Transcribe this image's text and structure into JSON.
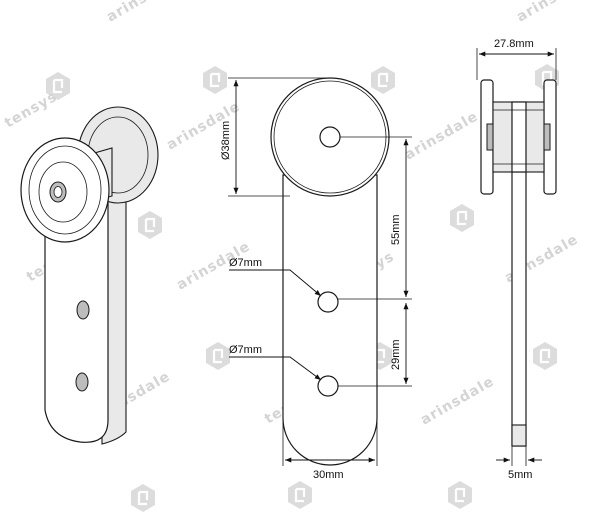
{
  "watermarks": {
    "brand_a": "arinsdale",
    "brand_b": "tensys"
  },
  "dimensions": {
    "width_side": "27.8mm",
    "wheel_diameter": "Ø38mm",
    "center_to_hole": "55mm",
    "hole_spacing": "29mm",
    "hole_1": "Ø7mm",
    "hole_2": "Ø7mm",
    "plate_width": "30mm",
    "plate_thickness": "5mm"
  }
}
